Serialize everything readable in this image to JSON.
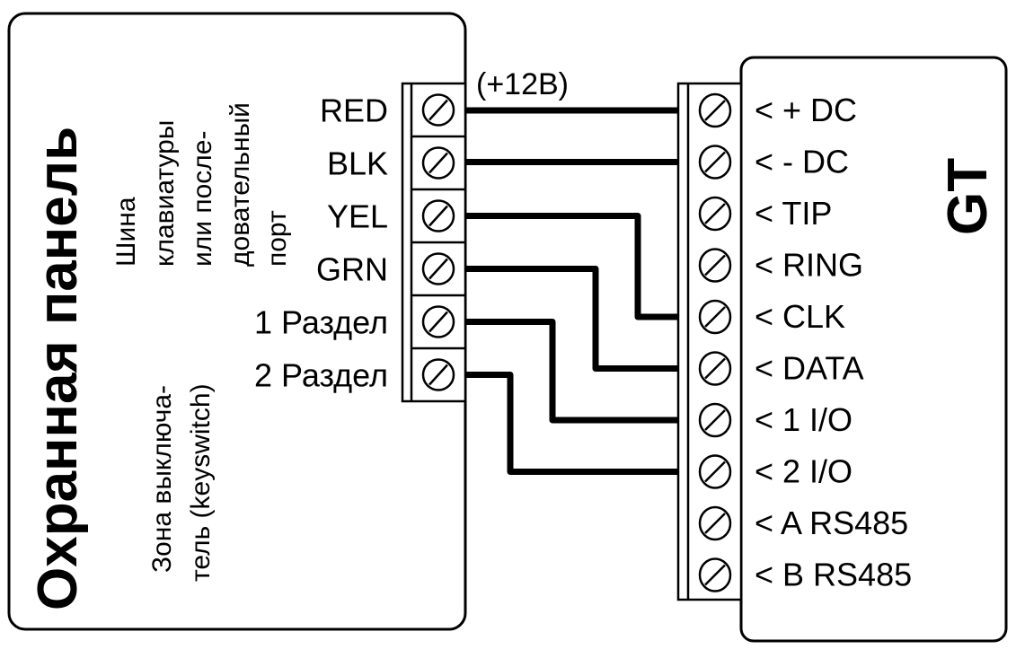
{
  "left_panel": {
    "title": "Охранная панель",
    "bus_caption": [
      "Шина",
      "клавиатуры",
      "или после-",
      "довательный",
      "порт"
    ],
    "keyswitch_caption": [
      "Зона выключа-",
      "тель (keyswitch)"
    ],
    "terminals": [
      "RED",
      "BLK",
      "YEL",
      "GRN",
      "1 Раздел",
      "2 Раздел"
    ]
  },
  "voltage_note": "(+12В)",
  "right_device": {
    "title": "GT",
    "terminals": [
      "< + DC",
      "< - DC",
      "< TIP",
      "< RING",
      "< CLK",
      "< DATA",
      "< 1 I/O",
      "< 2 I/O",
      "< A RS485",
      "< B RS485"
    ]
  },
  "connections": [
    {
      "from": "RED",
      "to": "< + DC"
    },
    {
      "from": "BLK",
      "to": "< - DC"
    },
    {
      "from": "YEL",
      "to": "< CLK"
    },
    {
      "from": "GRN",
      "to": "< DATA"
    },
    {
      "from": "1 Раздел",
      "to": "< 1 I/O"
    },
    {
      "from": "2 Раздел",
      "to": "< 2 I/O"
    }
  ],
  "colors": {
    "stroke": "#000000",
    "background": "#ffffff"
  }
}
